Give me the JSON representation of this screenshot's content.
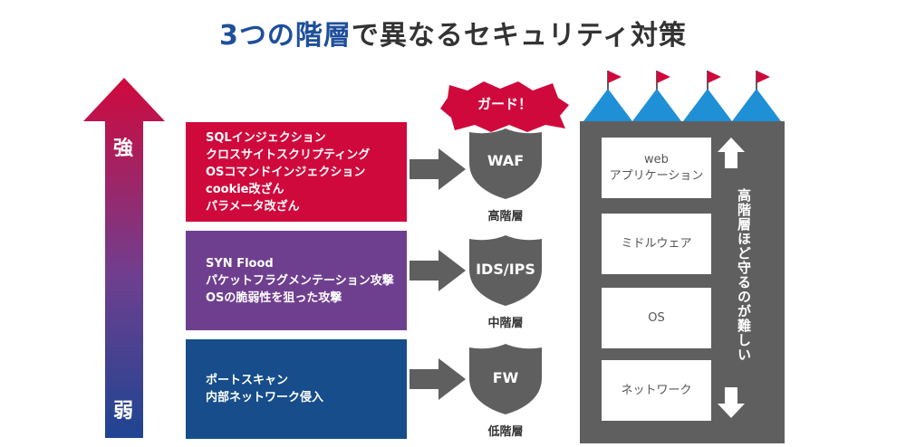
{
  "title": {
    "highlight": "3つの階層",
    "rest": "で異なるセキュリティ対策"
  },
  "strength_arrow": {
    "top_label": "強",
    "bottom_label": "弱",
    "color_top": "#d0093c",
    "color_bottom": "#164d8a"
  },
  "layers": [
    {
      "threats": [
        "SQLインジェクション",
        "クロスサイトスクリプティング",
        "OSコマンドインジェクション",
        "cookie改ざん",
        "パラメータ改ざん"
      ],
      "defense": "WAF",
      "level": "高階層",
      "color": "#d0093c"
    },
    {
      "threats": [
        "SYN Flood",
        "パケットフラグメンテーション攻撃",
        "OSの脆弱性を狙った攻撃"
      ],
      "defense": "IDS/IPS",
      "level": "中階層",
      "color": "#6f3f8f"
    },
    {
      "threats": [
        "ポートスキャン",
        "内部ネットワーク侵入"
      ],
      "defense": "FW",
      "level": "低階層",
      "color": "#164d8a"
    }
  ],
  "badge": {
    "text": "ガード！",
    "color": "#d0093c"
  },
  "castle": {
    "layers": [
      {
        "line1": "web",
        "line2": "アプリケーション"
      },
      {
        "line1": "ミドルウェア",
        "line2": ""
      },
      {
        "line1": "OS",
        "line2": ""
      },
      {
        "line1": "ネットワーク",
        "line2": ""
      }
    ],
    "side_text": "高階層ほど守るのが難しい",
    "body_color": "#5f5f5f",
    "tower_color": "#1f8fd6",
    "flag_color": "#d0093c"
  }
}
